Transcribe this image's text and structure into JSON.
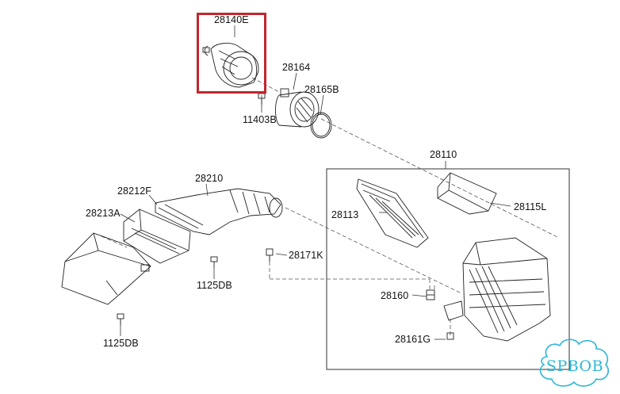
{
  "parts": [
    {
      "id": "p_28140E",
      "label": "28140E"
    },
    {
      "id": "p_28164",
      "label": "28164"
    },
    {
      "id": "p_28165B",
      "label": "28165B"
    },
    {
      "id": "p_11403B",
      "label": "11403B"
    },
    {
      "id": "p_28110",
      "label": "28110"
    },
    {
      "id": "p_28210",
      "label": "28210"
    },
    {
      "id": "p_28212F",
      "label": "28212F"
    },
    {
      "id": "p_28213A",
      "label": "28213A"
    },
    {
      "id": "p_28113",
      "label": "28113"
    },
    {
      "id": "p_28115L",
      "label": "28115L"
    },
    {
      "id": "p_28171K",
      "label": "28171K"
    },
    {
      "id": "p_1125DB_a",
      "label": "1125DB"
    },
    {
      "id": "p_28160",
      "label": "28160"
    },
    {
      "id": "p_28161G",
      "label": "28161G"
    },
    {
      "id": "p_1125DB_b",
      "label": "1125DB"
    }
  ],
  "highlight": {
    "part": "28140E",
    "color": "#c0272d"
  },
  "watermark": {
    "text": "SPBOB",
    "color": "#2bb7d6"
  },
  "line_color": "#333333"
}
